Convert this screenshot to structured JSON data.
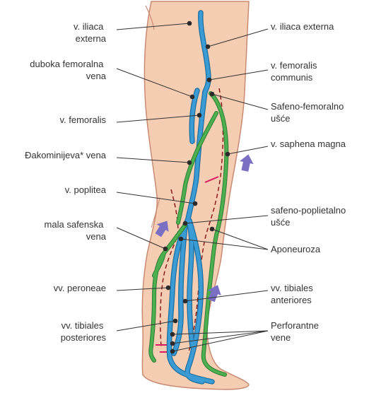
{
  "colors": {
    "skin": "#f5cdb3",
    "skin_outline": "#c98a72",
    "vein_deep": "#3a9bd5",
    "vein_deep_outline": "#1d6f9f",
    "vein_superficial": "#4caf50",
    "vein_superficial_outline": "#2e7d32",
    "aponeurosis": "#8b1a1a",
    "perforator": "#d81b60",
    "arrow": "#7b6fc4",
    "text": "#333333"
  },
  "labels": {
    "iliaca_externa_left": [
      "v. iliaca",
      "externa"
    ],
    "duboka_femoralna_vena": [
      "duboka femoralna",
      "vena"
    ],
    "femoralis": [
      "v. femoralis"
    ],
    "dakominijeva_vena": [
      "Đakominijeva* vena"
    ],
    "poplitea": [
      "v. poplitea"
    ],
    "mala_safenska_vena": [
      "mala safenska",
      "vena"
    ],
    "peroneae": [
      "vv. peroneae"
    ],
    "tibiales_posteriores": [
      "vv. tibiales",
      "posteriores"
    ],
    "iliaca_externa_right": [
      "v. iliaca externa"
    ],
    "femoralis_communis": [
      "v. femoralis",
      "communis"
    ],
    "safeno_femoralno_usce": [
      "Safeno-femoralno",
      "ušće"
    ],
    "saphena_magna": [
      "v. saphena magna"
    ],
    "safeno_poplietalno_usce": [
      "safeno-poplietalno",
      "ušće"
    ],
    "aponeuroza": [
      "Aponeuroza"
    ],
    "tibiales_anteriores": [
      "vv. tibiales",
      "anteriores"
    ],
    "perforantne_vene": [
      "Perforantne",
      "vene"
    ]
  }
}
